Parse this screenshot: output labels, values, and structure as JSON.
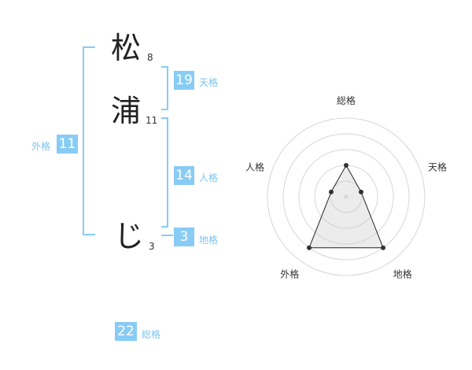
{
  "name": {
    "chars": [
      {
        "char": "松",
        "strokes": "8"
      },
      {
        "char": "浦",
        "strokes": "11"
      },
      {
        "char": "じ",
        "strokes": "3"
      }
    ]
  },
  "scores": {
    "tenkaku": {
      "value": "19",
      "label": "天格"
    },
    "jinkaku": {
      "value": "14",
      "label": "人格"
    },
    "chikaku": {
      "value": "3",
      "label": "地格"
    },
    "gaikaku": {
      "value": "11",
      "label": "外格"
    },
    "soukaku": {
      "value": "22",
      "label": "総格"
    }
  },
  "chart_data": {
    "type": "radar",
    "axes": [
      "総格",
      "天格",
      "地格",
      "外格",
      "人格"
    ],
    "values": [
      2,
      1,
      4,
      4,
      1
    ],
    "max": 5,
    "rings": 5
  }
}
